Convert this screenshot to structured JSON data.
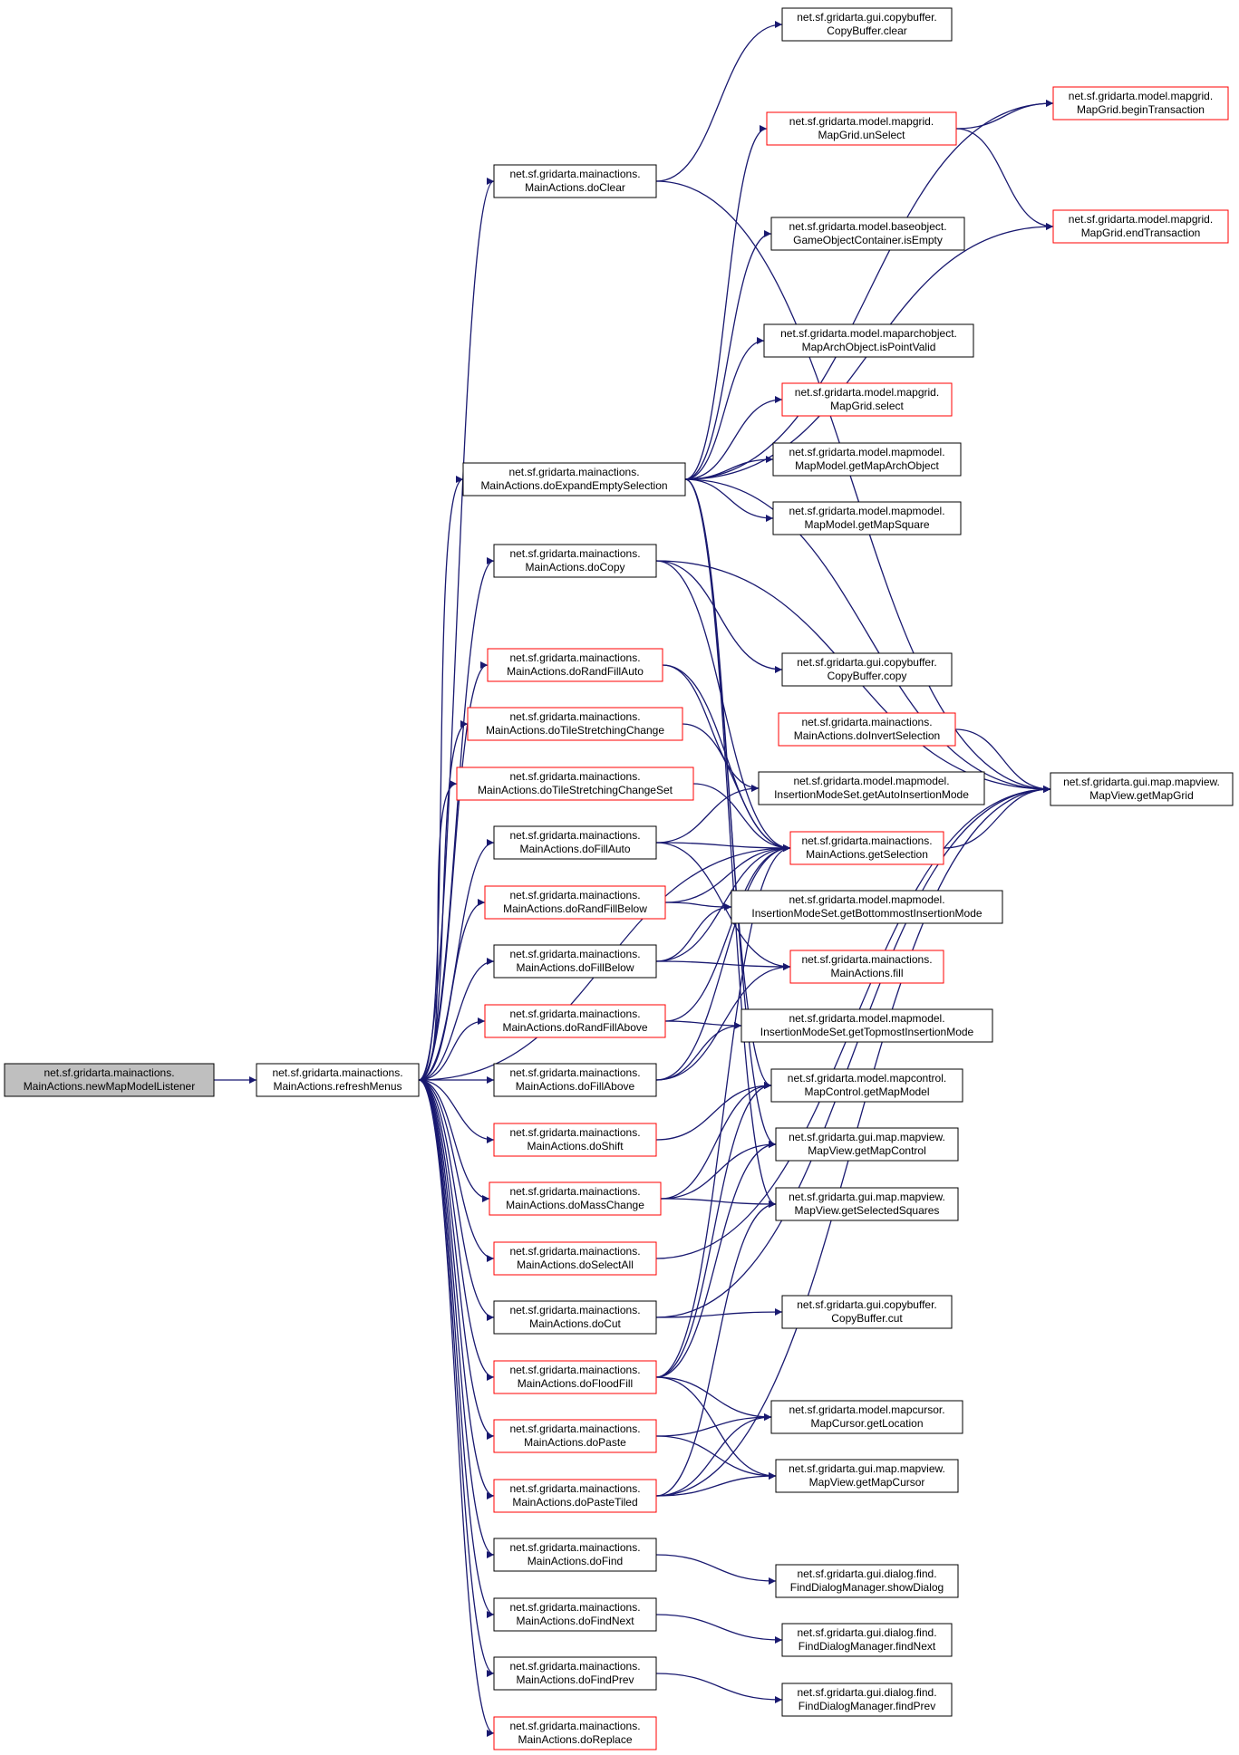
{
  "colors": {
    "edge": "#191970",
    "border_normal": "#000000",
    "border_truncated": "#ff0000",
    "root_fill": "#bfbfbf",
    "node_fill": "#ffffff"
  },
  "nodes": [
    {
      "id": "newMapModelListener",
      "line1": "net.sf.gridarta.mainactions.",
      "line2": "MainActions.newMapModelListener",
      "style": "root"
    },
    {
      "id": "refreshMenus",
      "line1": "net.sf.gridarta.mainactions.",
      "line2": "MainActions.refreshMenus",
      "style": "normal"
    },
    {
      "id": "doClear",
      "line1": "net.sf.gridarta.mainactions.",
      "line2": "MainActions.doClear",
      "style": "normal"
    },
    {
      "id": "doExpandEmptySelection",
      "line1": "net.sf.gridarta.mainactions.",
      "line2": "MainActions.doExpandEmptySelection",
      "style": "normal"
    },
    {
      "id": "doCopy",
      "line1": "net.sf.gridarta.mainactions.",
      "line2": "MainActions.doCopy",
      "style": "normal"
    },
    {
      "id": "doRandFillAuto",
      "line1": "net.sf.gridarta.mainactions.",
      "line2": "MainActions.doRandFillAuto",
      "style": "truncated"
    },
    {
      "id": "doTileStretchingChange",
      "line1": "net.sf.gridarta.mainactions.",
      "line2": "MainActions.doTileStretchingChange",
      "style": "truncated"
    },
    {
      "id": "doTileStretchingChangeSet",
      "line1": "net.sf.gridarta.mainactions.",
      "line2": "MainActions.doTileStretchingChangeSet",
      "style": "truncated"
    },
    {
      "id": "doFillAuto",
      "line1": "net.sf.gridarta.mainactions.",
      "line2": "MainActions.doFillAuto",
      "style": "normal"
    },
    {
      "id": "doRandFillBelow",
      "line1": "net.sf.gridarta.mainactions.",
      "line2": "MainActions.doRandFillBelow",
      "style": "truncated"
    },
    {
      "id": "doFillBelow",
      "line1": "net.sf.gridarta.mainactions.",
      "line2": "MainActions.doFillBelow",
      "style": "normal"
    },
    {
      "id": "doRandFillAbove",
      "line1": "net.sf.gridarta.mainactions.",
      "line2": "MainActions.doRandFillAbove",
      "style": "truncated"
    },
    {
      "id": "doFillAbove",
      "line1": "net.sf.gridarta.mainactions.",
      "line2": "MainActions.doFillAbove",
      "style": "normal"
    },
    {
      "id": "doShift",
      "line1": "net.sf.gridarta.mainactions.",
      "line2": "MainActions.doShift",
      "style": "truncated"
    },
    {
      "id": "doMassChange",
      "line1": "net.sf.gridarta.mainactions.",
      "line2": "MainActions.doMassChange",
      "style": "truncated"
    },
    {
      "id": "doSelectAll",
      "line1": "net.sf.gridarta.mainactions.",
      "line2": "MainActions.doSelectAll",
      "style": "truncated"
    },
    {
      "id": "doCut",
      "line1": "net.sf.gridarta.mainactions.",
      "line2": "MainActions.doCut",
      "style": "normal"
    },
    {
      "id": "doFloodFill",
      "line1": "net.sf.gridarta.mainactions.",
      "line2": "MainActions.doFloodFill",
      "style": "truncated"
    },
    {
      "id": "doPaste",
      "line1": "net.sf.gridarta.mainactions.",
      "line2": "MainActions.doPaste",
      "style": "truncated"
    },
    {
      "id": "doPasteTiled",
      "line1": "net.sf.gridarta.mainactions.",
      "line2": "MainActions.doPasteTiled",
      "style": "truncated"
    },
    {
      "id": "doFind",
      "line1": "net.sf.gridarta.mainactions.",
      "line2": "MainActions.doFind",
      "style": "normal"
    },
    {
      "id": "doFindNext",
      "line1": "net.sf.gridarta.mainactions.",
      "line2": "MainActions.doFindNext",
      "style": "normal"
    },
    {
      "id": "doFindPrev",
      "line1": "net.sf.gridarta.mainactions.",
      "line2": "MainActions.doFindPrev",
      "style": "normal"
    },
    {
      "id": "doReplace",
      "line1": "net.sf.gridarta.mainactions.",
      "line2": "MainActions.doReplace",
      "style": "truncated"
    },
    {
      "id": "CopyBufferClear",
      "line1": "net.sf.gridarta.gui.copybuffer.",
      "line2": "CopyBuffer.clear",
      "style": "normal"
    },
    {
      "id": "unSelect",
      "line1": "net.sf.gridarta.model.mapgrid.",
      "line2": "MapGrid.unSelect",
      "style": "truncated"
    },
    {
      "id": "isEmpty",
      "line1": "net.sf.gridarta.model.baseobject.",
      "line2": "GameObjectContainer.isEmpty",
      "style": "normal"
    },
    {
      "id": "isPointValid",
      "line1": "net.sf.gridarta.model.maparchobject.",
      "line2": "MapArchObject.isPointValid",
      "style": "normal"
    },
    {
      "id": "select",
      "line1": "net.sf.gridarta.model.mapgrid.",
      "line2": "MapGrid.select",
      "style": "truncated"
    },
    {
      "id": "getMapArchObject",
      "line1": "net.sf.gridarta.model.mapmodel.",
      "line2": "MapModel.getMapArchObject",
      "style": "normal"
    },
    {
      "id": "getMapSquare",
      "line1": "net.sf.gridarta.model.mapmodel.",
      "line2": "MapModel.getMapSquare",
      "style": "normal"
    },
    {
      "id": "CopyBufferCopy",
      "line1": "net.sf.gridarta.gui.copybuffer.",
      "line2": "CopyBuffer.copy",
      "style": "normal"
    },
    {
      "id": "doInvertSelection",
      "line1": "net.sf.gridarta.mainactions.",
      "line2": "MainActions.doInvertSelection",
      "style": "truncated"
    },
    {
      "id": "getAutoInsertionMode",
      "line1": "net.sf.gridarta.model.mapmodel.",
      "line2": "InsertionModeSet.getAutoInsertionMode",
      "style": "normal"
    },
    {
      "id": "getSelection",
      "line1": "net.sf.gridarta.mainactions.",
      "line2": "MainActions.getSelection",
      "style": "truncated"
    },
    {
      "id": "getBottommostInsertionMode",
      "line1": "net.sf.gridarta.model.mapmodel.",
      "line2": "InsertionModeSet.getBottommostInsertionMode",
      "style": "normal"
    },
    {
      "id": "fill",
      "line1": "net.sf.gridarta.mainactions.",
      "line2": "MainActions.fill",
      "style": "truncated"
    },
    {
      "id": "getTopmostInsertionMode",
      "line1": "net.sf.gridarta.model.mapmodel.",
      "line2": "InsertionModeSet.getTopmostInsertionMode",
      "style": "normal"
    },
    {
      "id": "getMapModel",
      "line1": "net.sf.gridarta.model.mapcontrol.",
      "line2": "MapControl.getMapModel",
      "style": "normal"
    },
    {
      "id": "getMapControl",
      "line1": "net.sf.gridarta.gui.map.mapview.",
      "line2": "MapView.getMapControl",
      "style": "normal"
    },
    {
      "id": "getSelectedSquares",
      "line1": "net.sf.gridarta.gui.map.mapview.",
      "line2": "MapView.getSelectedSquares",
      "style": "normal"
    },
    {
      "id": "CopyBufferCut",
      "line1": "net.sf.gridarta.gui.copybuffer.",
      "line2": "CopyBuffer.cut",
      "style": "normal"
    },
    {
      "id": "getLocation",
      "line1": "net.sf.gridarta.model.mapcursor.",
      "line2": "MapCursor.getLocation",
      "style": "normal"
    },
    {
      "id": "getMapCursor",
      "line1": "net.sf.gridarta.gui.map.mapview.",
      "line2": "MapView.getMapCursor",
      "style": "normal"
    },
    {
      "id": "showDialog",
      "line1": "net.sf.gridarta.gui.dialog.find.",
      "line2": "FindDialogManager.showDialog",
      "style": "normal"
    },
    {
      "id": "findNext",
      "line1": "net.sf.gridarta.gui.dialog.find.",
      "line2": "FindDialogManager.findNext",
      "style": "normal"
    },
    {
      "id": "findPrev",
      "line1": "net.sf.gridarta.gui.dialog.find.",
      "line2": "FindDialogManager.findPrev",
      "style": "normal"
    },
    {
      "id": "beginTransaction",
      "line1": "net.sf.gridarta.model.mapgrid.",
      "line2": "MapGrid.beginTransaction",
      "style": "truncated"
    },
    {
      "id": "endTransaction",
      "line1": "net.sf.gridarta.model.mapgrid.",
      "line2": "MapGrid.endTransaction",
      "style": "truncated"
    },
    {
      "id": "getMapGrid",
      "line1": "net.sf.gridarta.gui.map.mapview.",
      "line2": "MapView.getMapGrid",
      "style": "normal"
    }
  ],
  "edges": [
    [
      "newMapModelListener",
      "refreshMenus"
    ],
    [
      "refreshMenus",
      "doClear"
    ],
    [
      "refreshMenus",
      "doExpandEmptySelection"
    ],
    [
      "refreshMenus",
      "doCopy"
    ],
    [
      "refreshMenus",
      "doRandFillAuto"
    ],
    [
      "refreshMenus",
      "doTileStretchingChange"
    ],
    [
      "refreshMenus",
      "doTileStretchingChangeSet"
    ],
    [
      "refreshMenus",
      "doFillAuto"
    ],
    [
      "refreshMenus",
      "doRandFillBelow"
    ],
    [
      "refreshMenus",
      "doFillBelow"
    ],
    [
      "refreshMenus",
      "doRandFillAbove"
    ],
    [
      "refreshMenus",
      "doFillAbove"
    ],
    [
      "refreshMenus",
      "doShift"
    ],
    [
      "refreshMenus",
      "doMassChange"
    ],
    [
      "refreshMenus",
      "doSelectAll"
    ],
    [
      "refreshMenus",
      "doCut"
    ],
    [
      "refreshMenus",
      "doFloodFill"
    ],
    [
      "refreshMenus",
      "doPaste"
    ],
    [
      "refreshMenus",
      "doPasteTiled"
    ],
    [
      "refreshMenus",
      "doFind"
    ],
    [
      "refreshMenus",
      "doFindNext"
    ],
    [
      "refreshMenus",
      "doFindPrev"
    ],
    [
      "refreshMenus",
      "doReplace"
    ],
    [
      "refreshMenus",
      "getSelection"
    ],
    [
      "doClear",
      "CopyBufferClear"
    ],
    [
      "doClear",
      "getMapGrid"
    ],
    [
      "doExpandEmptySelection",
      "unSelect"
    ],
    [
      "doExpandEmptySelection",
      "beginTransaction"
    ],
    [
      "doExpandEmptySelection",
      "isEmpty"
    ],
    [
      "doExpandEmptySelection",
      "endTransaction"
    ],
    [
      "doExpandEmptySelection",
      "isPointValid"
    ],
    [
      "doExpandEmptySelection",
      "select"
    ],
    [
      "doExpandEmptySelection",
      "getMapArchObject"
    ],
    [
      "doExpandEmptySelection",
      "getMapSquare"
    ],
    [
      "doExpandEmptySelection",
      "getMapGrid"
    ],
    [
      "doExpandEmptySelection",
      "getMapModel"
    ],
    [
      "doExpandEmptySelection",
      "getMapControl"
    ],
    [
      "doExpandEmptySelection",
      "getSelectedSquares"
    ],
    [
      "unSelect",
      "beginTransaction"
    ],
    [
      "unSelect",
      "endTransaction"
    ],
    [
      "doCopy",
      "CopyBufferCopy"
    ],
    [
      "doCopy",
      "getMapGrid"
    ],
    [
      "doCopy",
      "getSelection"
    ],
    [
      "doInvertSelection",
      "getMapGrid"
    ],
    [
      "getSelection",
      "getMapGrid"
    ],
    [
      "doRandFillAuto",
      "getAutoInsertionMode"
    ],
    [
      "doRandFillAuto",
      "getSelection"
    ],
    [
      "doTileStretchingChange",
      "getSelection"
    ],
    [
      "doTileStretchingChangeSet",
      "getSelection"
    ],
    [
      "doFillAuto",
      "getAutoInsertionMode"
    ],
    [
      "doFillAuto",
      "getSelection"
    ],
    [
      "doFillAuto",
      "fill"
    ],
    [
      "doRandFillBelow",
      "getSelection"
    ],
    [
      "doRandFillBelow",
      "getBottommostInsertionMode"
    ],
    [
      "doFillBelow",
      "getSelection"
    ],
    [
      "doFillBelow",
      "getBottommostInsertionMode"
    ],
    [
      "doFillBelow",
      "fill"
    ],
    [
      "doRandFillAbove",
      "getSelection"
    ],
    [
      "doRandFillAbove",
      "getTopmostInsertionMode"
    ],
    [
      "doFillAbove",
      "getSelection"
    ],
    [
      "doFillAbove",
      "getTopmostInsertionMode"
    ],
    [
      "doFillAbove",
      "fill"
    ],
    [
      "doShift",
      "getMapModel"
    ],
    [
      "doMassChange",
      "getMapModel"
    ],
    [
      "doMassChange",
      "getMapControl"
    ],
    [
      "doMassChange",
      "getSelectedSquares"
    ],
    [
      "doSelectAll",
      "getMapGrid"
    ],
    [
      "doCut",
      "CopyBufferCut"
    ],
    [
      "doCut",
      "getMapGrid"
    ],
    [
      "doFloodFill",
      "getMapModel"
    ],
    [
      "doFloodFill",
      "getMapControl"
    ],
    [
      "doFloodFill",
      "getSelection"
    ],
    [
      "doFloodFill",
      "getLocation"
    ],
    [
      "doFloodFill",
      "getMapCursor"
    ],
    [
      "doPaste",
      "getLocation"
    ],
    [
      "doPaste",
      "getMapCursor"
    ],
    [
      "doPasteTiled",
      "getLocation"
    ],
    [
      "doPasteTiled",
      "getMapCursor"
    ],
    [
      "doPasteTiled",
      "getSelectedSquares"
    ],
    [
      "doPasteTiled",
      "getMapGrid"
    ],
    [
      "doFind",
      "showDialog"
    ],
    [
      "doFindNext",
      "findNext"
    ],
    [
      "doFindPrev",
      "findPrev"
    ]
  ]
}
